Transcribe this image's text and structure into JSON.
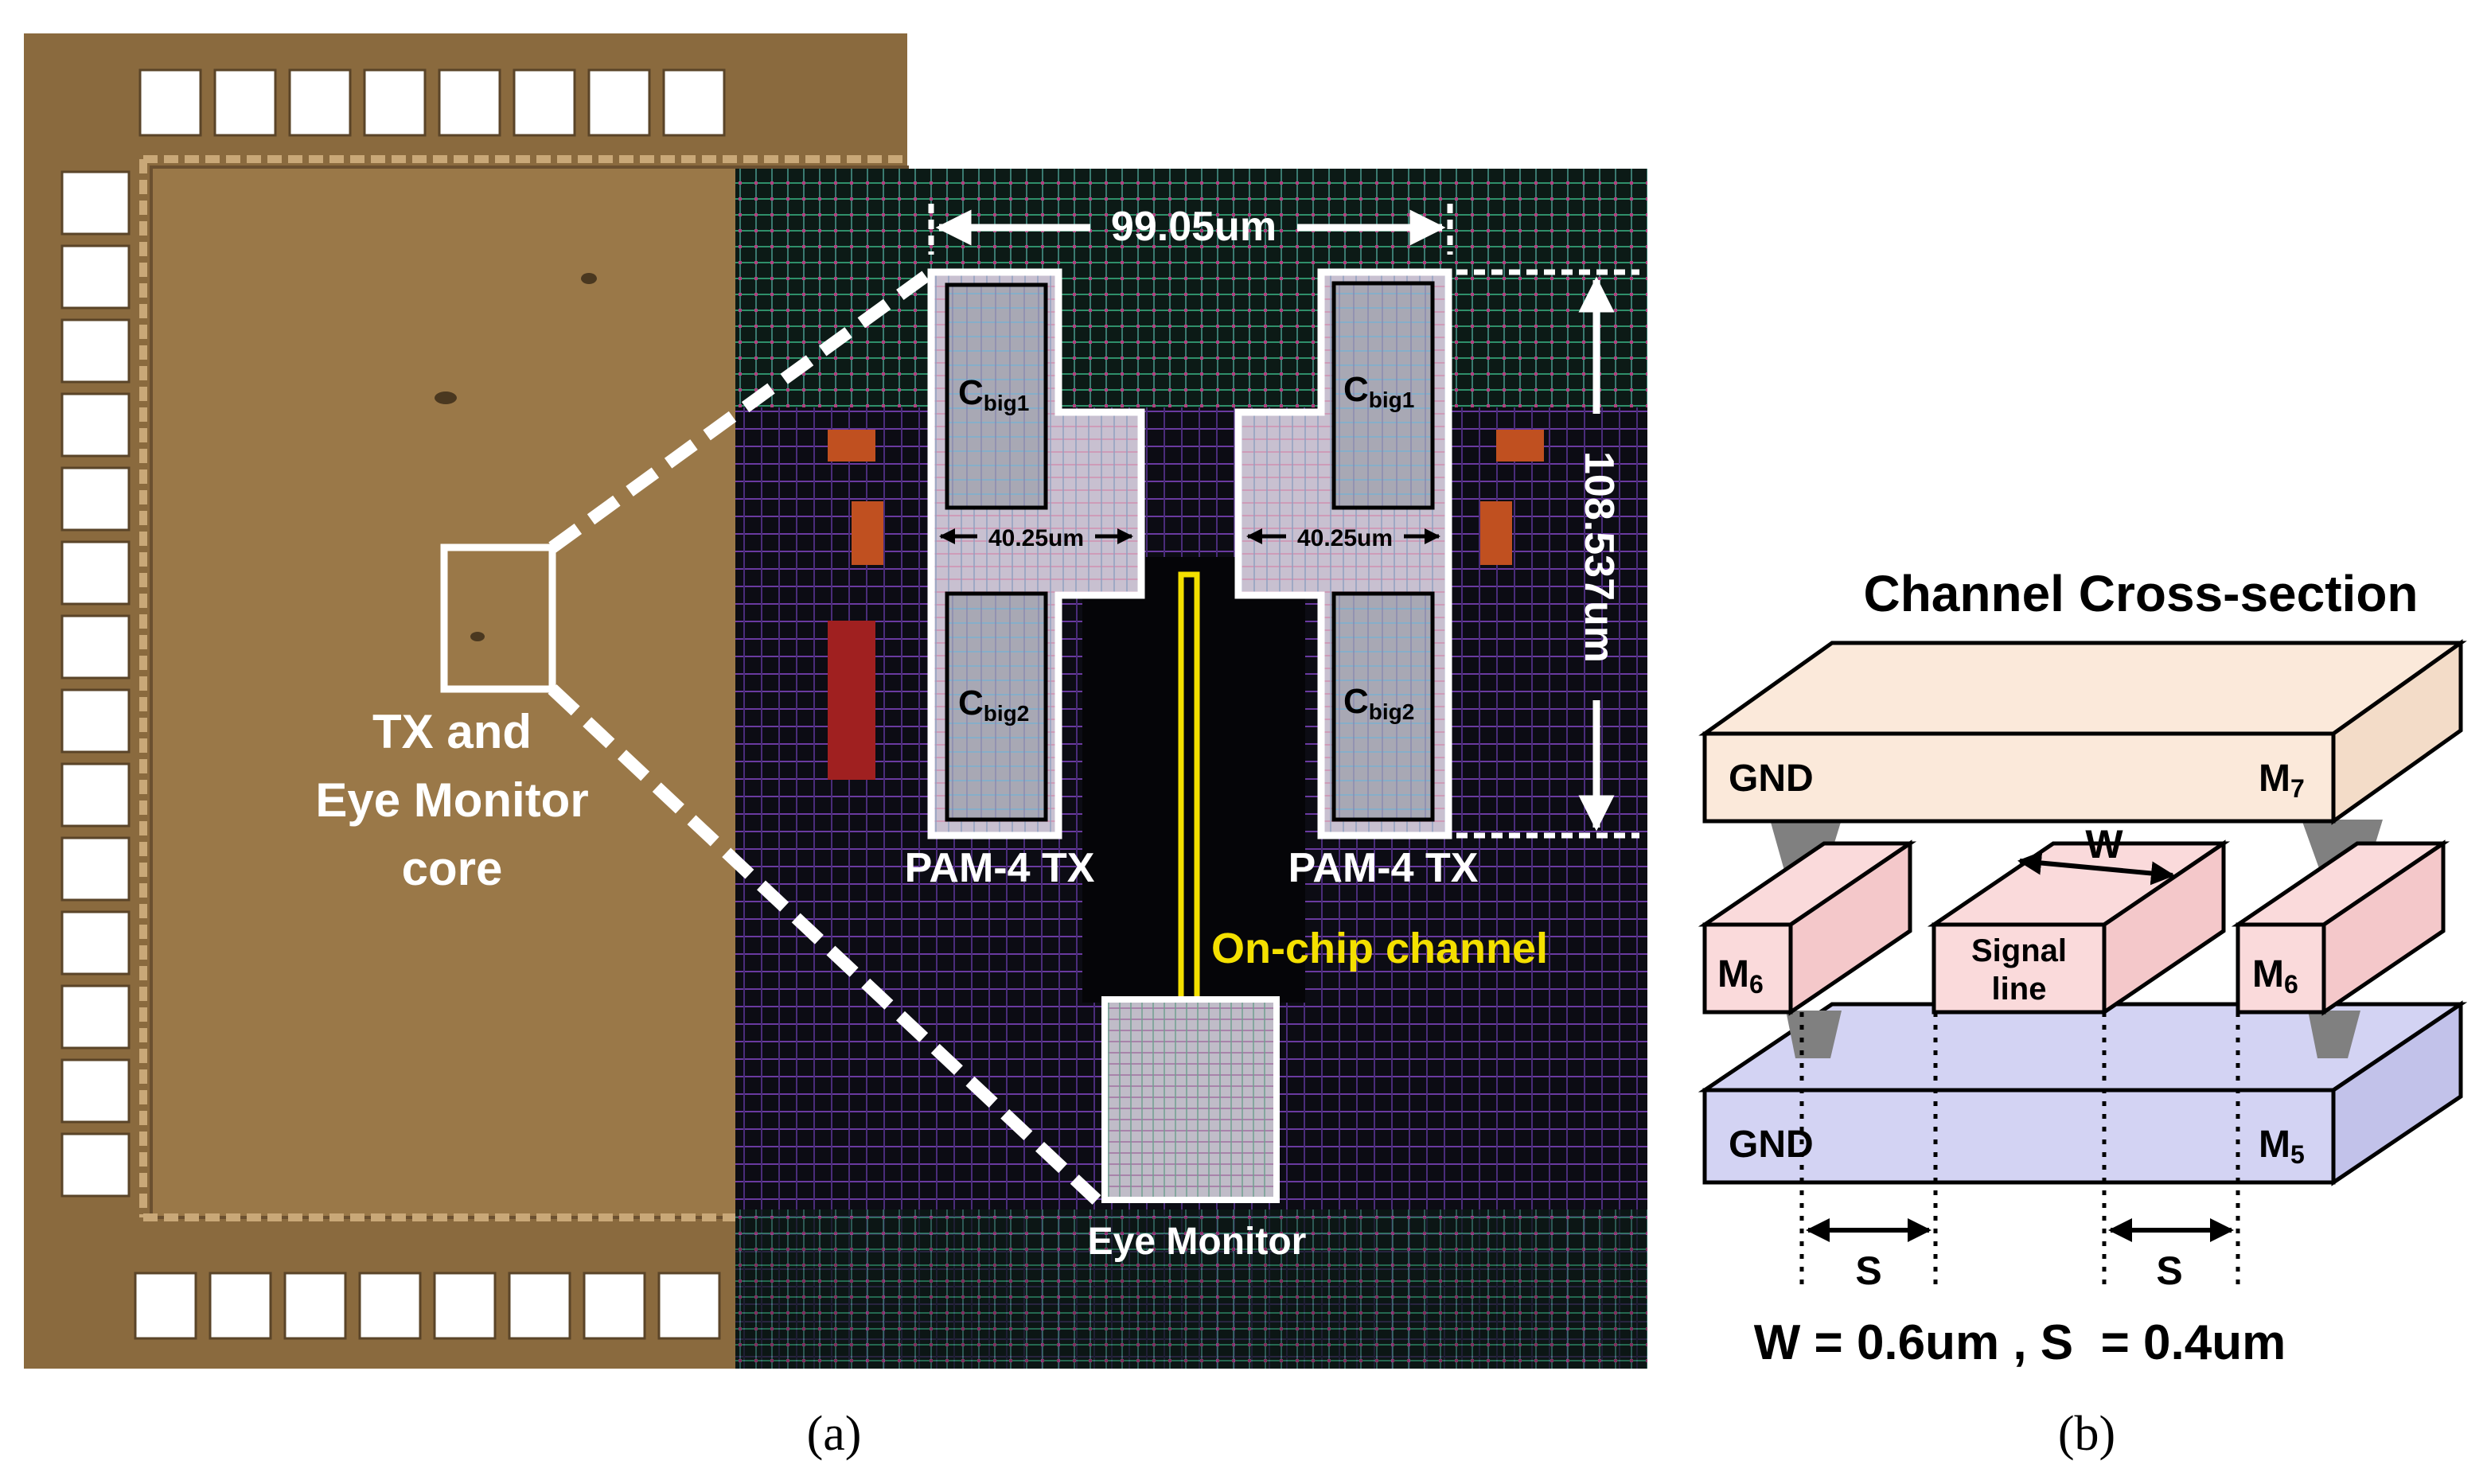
{
  "panel_a": {
    "caption": "(a)",
    "die_label": {
      "line1": "TX and",
      "line2": "Eye Monitor",
      "line3": "core"
    },
    "dimensions": {
      "width_top": "99.05um",
      "height_right": "108.537um",
      "width_left_block": "40.25um",
      "width_right_block": "40.25um"
    },
    "capacitors": {
      "c1_main": "C",
      "c1_sub": "big1",
      "c2_main": "C",
      "c2_sub": "big2"
    },
    "tx_left_label": "PAM-4 TX",
    "tx_right_label": "PAM-4 TX",
    "channel_label": "On-chip channel",
    "eye_monitor_label": "Eye Monitor",
    "pad_count_top": 8,
    "pad_count_bottom": 8,
    "pad_count_left": 14
  },
  "panel_b": {
    "caption": "(b)",
    "title": "Channel Cross-section",
    "top_plane": {
      "label": "GND",
      "metal": "M",
      "metal_sub": "7"
    },
    "bottom_plane": {
      "label": "GND",
      "metal": "M",
      "metal_sub": "5"
    },
    "left_line": {
      "metal": "M",
      "metal_sub": "6"
    },
    "right_line": {
      "metal": "M",
      "metal_sub": "6"
    },
    "signal_line": {
      "line1": "Signal",
      "line2": "line"
    },
    "width_marker": "W",
    "spacing_marker_left": "S",
    "spacing_marker_right": "S",
    "equation": "W = 0.6um , S  = 0.4um"
  },
  "colors": {
    "die_brown": "#8a6a3e",
    "die_edge": "#6b5030",
    "pad_white": "#ffffff",
    "layout_bg": "#0c0c14",
    "layout_purple": "#7a3fb0",
    "layout_green": "#2f8f6a",
    "channel_yellow": "#f4e000",
    "m7_fill": "#fbe9da",
    "m5_fill": "#d3d3f3",
    "m6_fill": "#fadadb",
    "via_gray": "#808080"
  }
}
